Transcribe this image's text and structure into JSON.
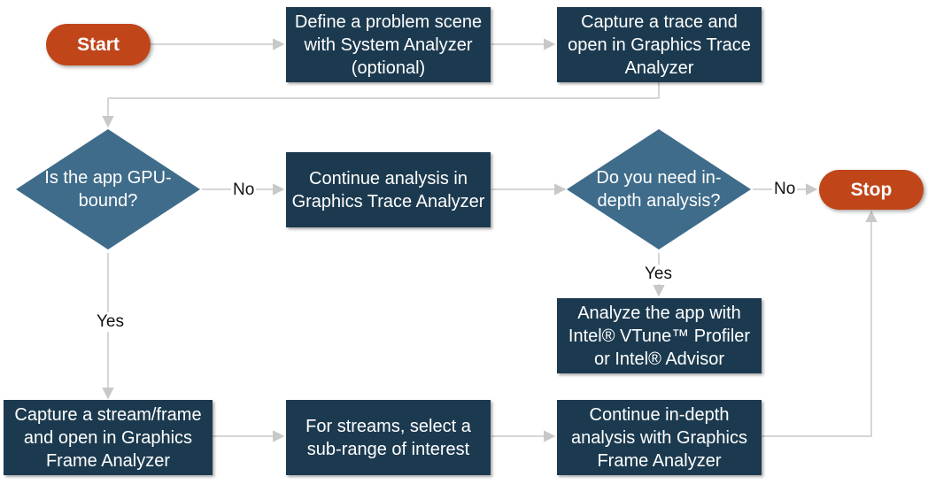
{
  "nodes": {
    "start": "Start",
    "define_scene": "Define a problem scene with System Analyzer (optional)",
    "capture_trace": "Capture a trace and open  in Graphics Trace Analyzer",
    "gpu_bound_q": "Is the app GPU-bound?",
    "continue_trace": "Continue analysis in Graphics Trace Analyzer",
    "indepth_q": "Do you need in-depth analysis?",
    "stop": "Stop",
    "analyze_vtune": "Analyze the app with Intel® VTune™ Profiler or Intel® Advisor",
    "capture_stream": "Capture a stream/frame and open in Graphics Frame Analyzer",
    "select_subrange": "For streams, select a sub-range of interest",
    "continue_frame": "Continue in-depth analysis with Graphics Frame Analyzer"
  },
  "edge_labels": {
    "gpu_no": "No",
    "gpu_yes": "Yes",
    "indepth_no": "No",
    "indepth_yes": "Yes"
  },
  "colors": {
    "box": "#1c3a4f",
    "diamond": "#3f6c8a",
    "terminal": "#c0461a",
    "connector": "#c8c8c8"
  }
}
